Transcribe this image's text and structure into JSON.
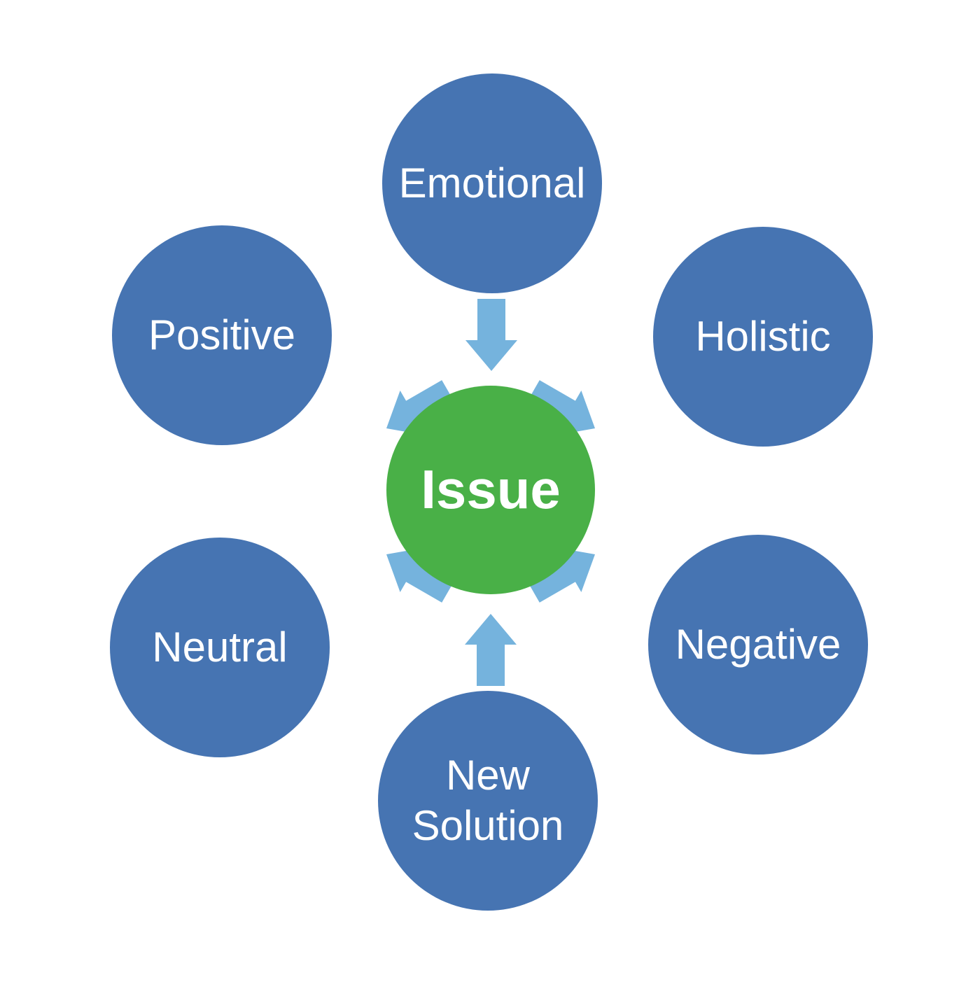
{
  "colors": {
    "outer_node": "#4674b2",
    "center_node": "#49b047",
    "arrow": "#75b3dd",
    "text": "#ffffff",
    "background": "#ffffff"
  },
  "center": {
    "label": "Issue"
  },
  "nodes": {
    "emotional": {
      "label": "Emotional"
    },
    "holistic": {
      "label": "Holistic"
    },
    "positive": {
      "label": "Positive"
    },
    "neutral": {
      "label": "Neutral"
    },
    "negative": {
      "label": "Negative"
    },
    "solution": {
      "label": "New\nSolution"
    }
  },
  "arrow_direction": "toward-center",
  "arrow_icon": "block-arrow-icon"
}
